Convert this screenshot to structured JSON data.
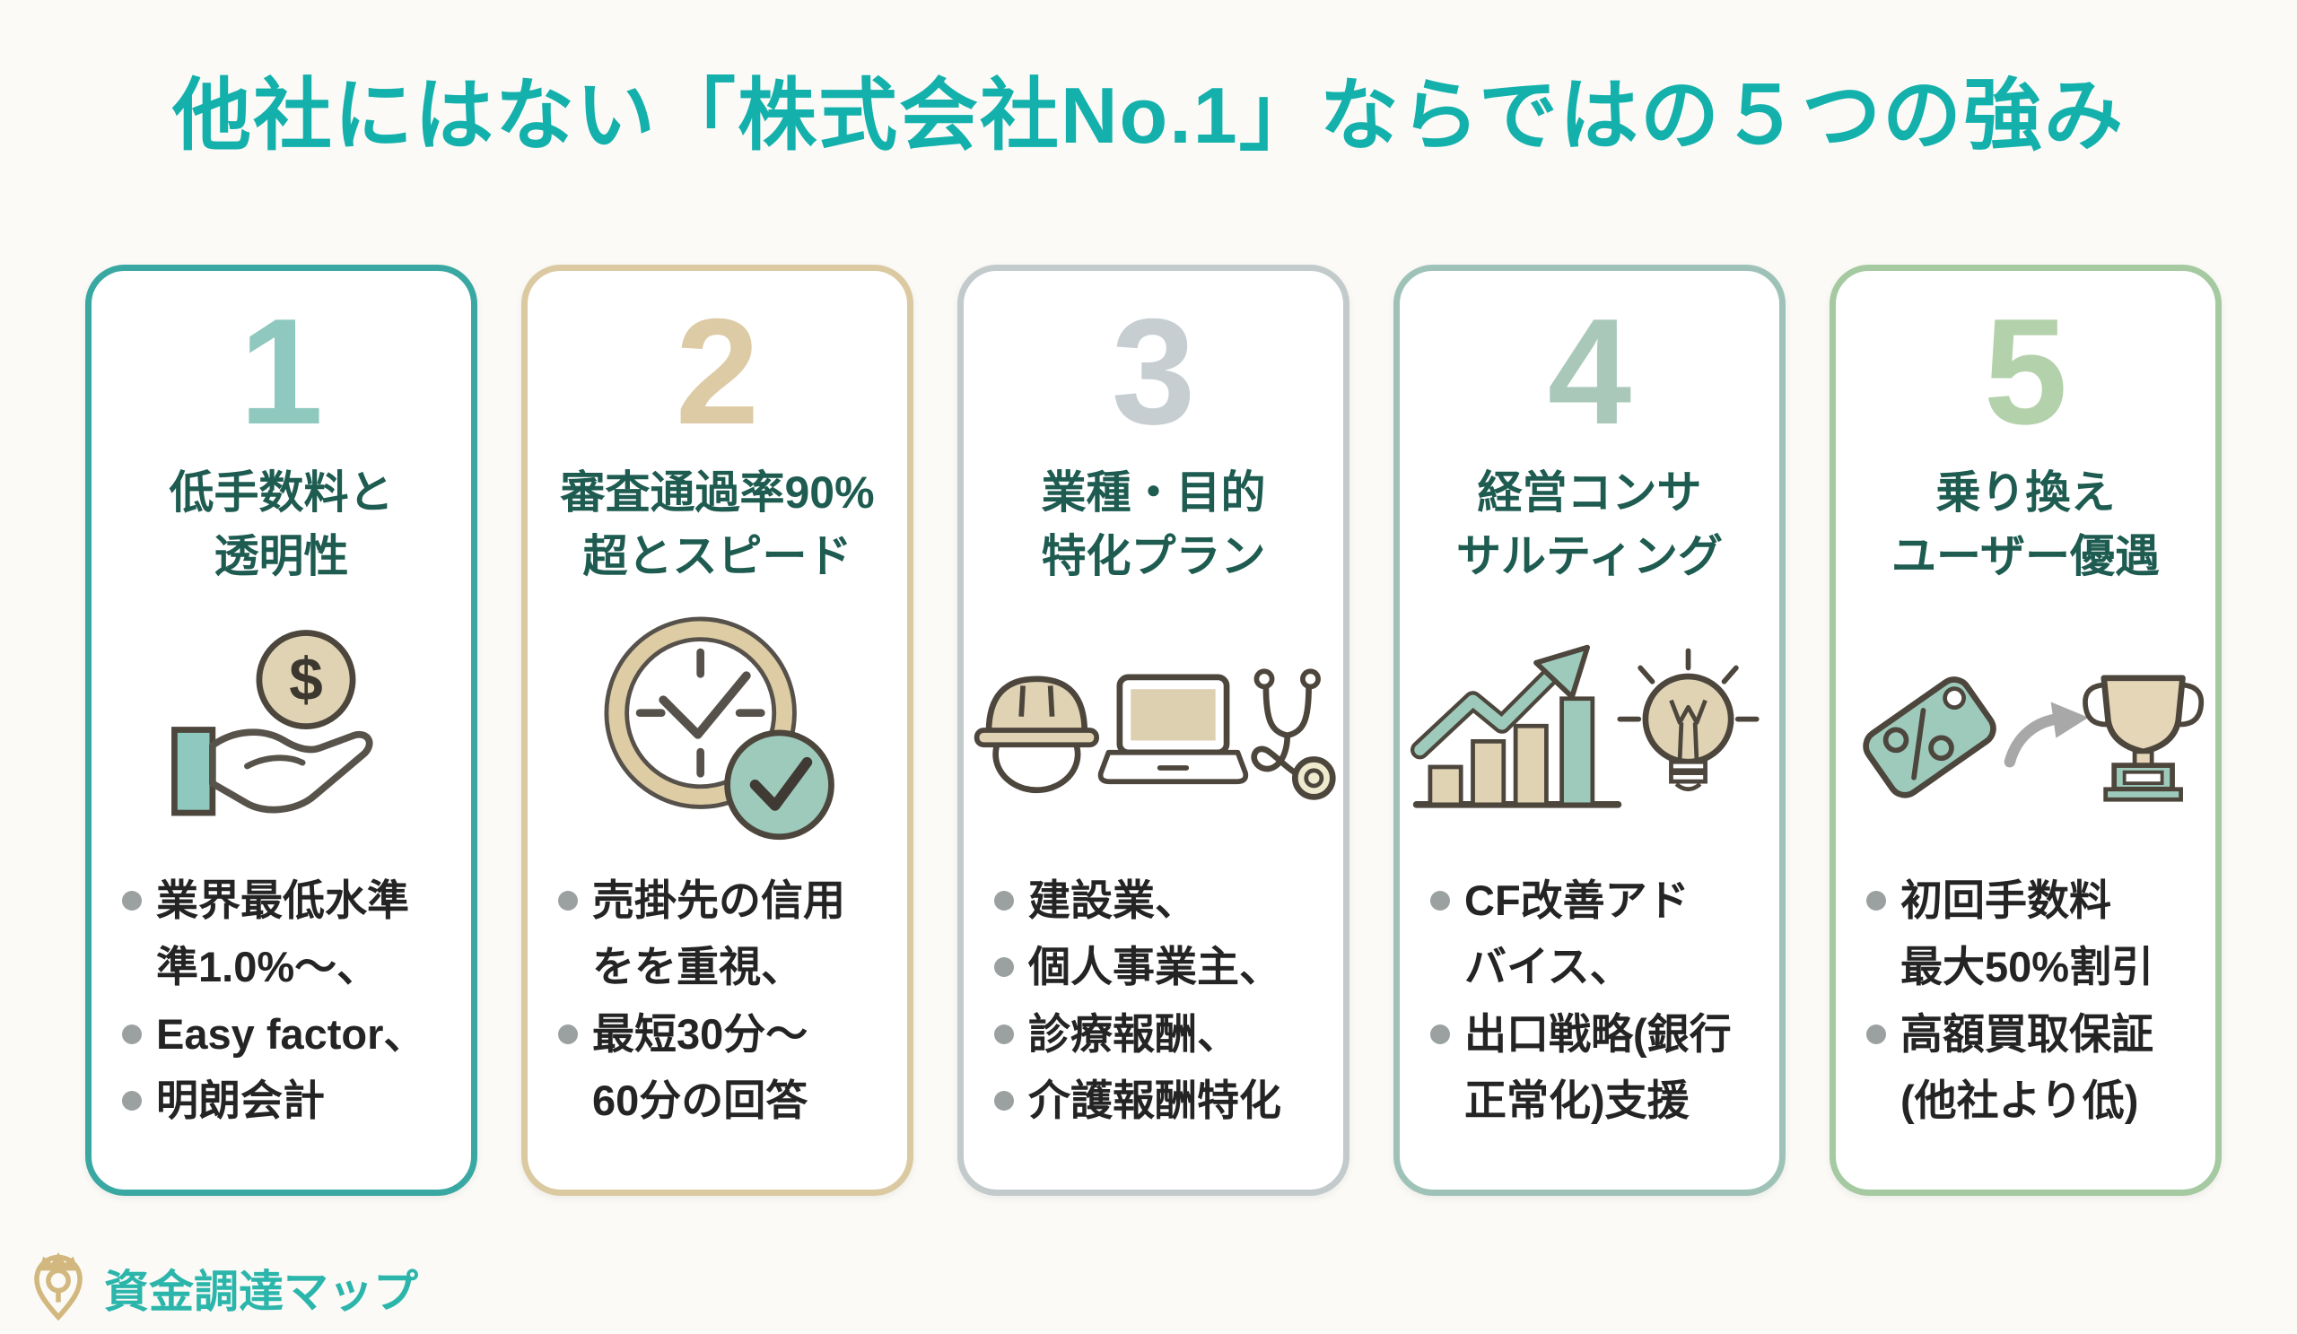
{
  "page": {
    "title": "他社にはない「株式会社No.1」ならではの５つの強み",
    "title_color": "#14b1ac",
    "background": "#fbfaf6"
  },
  "cards": [
    {
      "number": "1",
      "number_color": "#8fc8bf",
      "border_color": "#3aa8a2",
      "title": "低手数料と\n透明性",
      "icon": "hand-coin-icon",
      "bullets": [
        "業界最低水準\n準1.0%〜、",
        "Easy factor、",
        "明朗会計"
      ]
    },
    {
      "number": "2",
      "number_color": "#ddcba6",
      "border_color": "#dbc9a1",
      "title": "審査通過率90%\n超とスピード",
      "icon": "clock-check-icon",
      "bullets": [
        "売掛先の信用\nをを重視、",
        "最短30分〜\n60分の回答"
      ]
    },
    {
      "number": "3",
      "number_color": "#c6ced2",
      "border_color": "#c2cacc",
      "title": "業種・目的\n特化プラン",
      "icon": "helmet-laptop-stethoscope-icon",
      "bullets": [
        "建設業、",
        "個人事業主、",
        "診療報酬、",
        "介護報酬特化"
      ]
    },
    {
      "number": "4",
      "number_color": "#a9c8ba",
      "border_color": "#9fc2b8",
      "title": "経営コンサ\nサルティング",
      "icon": "growth-chart-lightbulb-icon",
      "bullets": [
        "CF改善アド\nバイス、",
        "出口戦略(銀行\n正常化)支援"
      ]
    },
    {
      "number": "5",
      "number_color": "#b3d1ab",
      "border_color": "#a5c9a0",
      "title": "乗り換え\nユーザー優遇",
      "icon": "tag-arrow-trophy-icon",
      "bullets": [
        "初回手数料\n最大50%割引",
        "高額買取保証\n(他社より低)"
      ]
    }
  ],
  "footer": {
    "logo_text": "資金調達マップ",
    "logo_color": "#2bb5ab",
    "logo_icon_color": "#d2b87e"
  }
}
